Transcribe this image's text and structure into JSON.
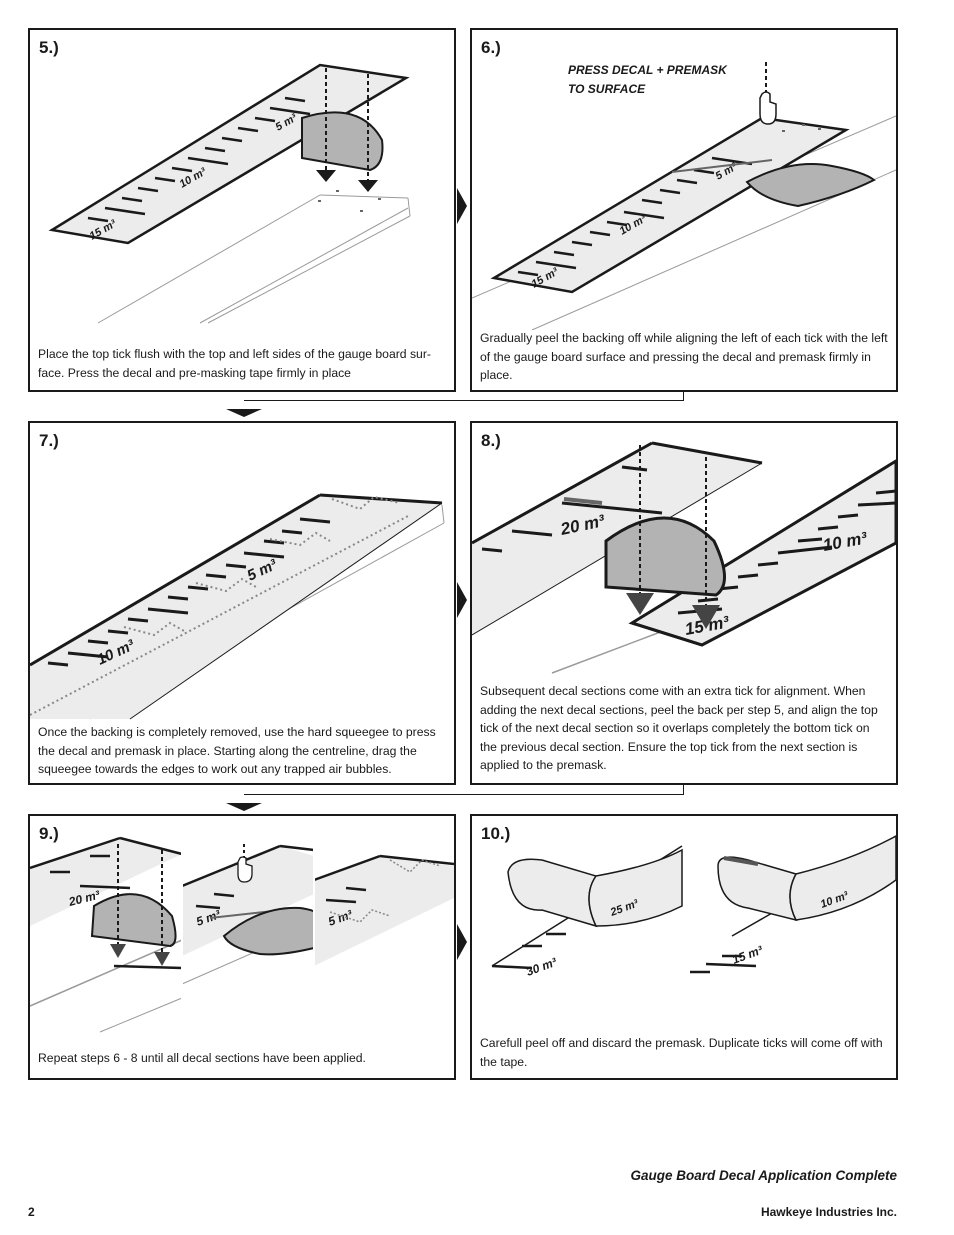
{
  "steps": [
    {
      "number": "5.)",
      "caption": "Place the top tick flush with the top and left sides of the gauge board sur-face. Press the decal and pre-masking tape firmly in place",
      "labels": [
        "5 m³",
        "10 m³",
        "15 m³"
      ]
    },
    {
      "number": "6.)",
      "callout_line1": "PRESS DECAL + PREMASK",
      "callout_line2": "TO SURFACE",
      "caption": "Gradually peel the backing off while aligning the left of each tick with the left of the gauge board surface and pressing the decal and premask firmly in place.",
      "labels": [
        "5 m³",
        "10 m³",
        "15 m³"
      ]
    },
    {
      "number": "7.)",
      "caption": "Once the backing is completely removed, use the hard squeegee to press the decal and premask in place.  Starting along the centreline, drag the squeegee towards the edges to work out any trapped air bubbles.",
      "labels": [
        "5 m³",
        "10 m³"
      ]
    },
    {
      "number": "8.)",
      "caption": "Subsequent decal sections come with an extra tick for alignment.  When adding the next decal sections, peel the back per step 5, and align the top tick of the next decal section so it overlaps completely the bottom tick on the previous decal section.  Ensure the top tick from the next section is applied to the premask.",
      "labels": [
        "20 m³",
        "10 m³",
        "15 m³"
      ]
    },
    {
      "number": "9.)",
      "caption": "Repeat steps 6 - 8 until all decal sections have been applied.",
      "labels": [
        "20 m³",
        "5 m³",
        "5 m³"
      ]
    },
    {
      "number": "10.)",
      "caption": "Carefull peel off and discard the premask. Duplicate ticks will come off with the tape.",
      "labels": [
        "25 m³",
        "30 m³",
        "10 m³",
        "15 m³"
      ]
    }
  ],
  "footer": {
    "title": "Gauge Board Decal Application Complete",
    "page_number": "2",
    "company": "Hawkeye Industries Inc."
  },
  "colors": {
    "ink": "#1a1a1a",
    "decal_fill": "#ececec",
    "backing_fill": "#b3b3b3",
    "board_line": "#9a9a9a"
  }
}
